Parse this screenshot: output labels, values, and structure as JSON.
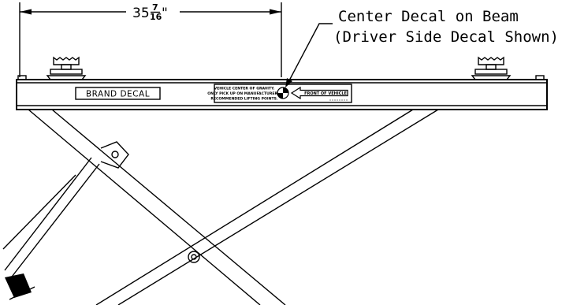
{
  "dimension": {
    "whole": "35",
    "frac_num": "7",
    "frac_den": "16",
    "unit_mark": "\""
  },
  "callout": {
    "line1": "Center Decal on Beam",
    "line2": "(Driver Side Decal Shown)"
  },
  "brand_decal": {
    "label": "BRAND DECAL"
  },
  "cg_decal": {
    "line1": "VEHICLE CENTER OF GRAVITY.",
    "line2": "ONLY PICK UP ON MANUFACTURER'S",
    "line3": "RECOMMENDED LIFTING POINTS.",
    "arrow_label": "FRONT OF VEHICLE"
  }
}
